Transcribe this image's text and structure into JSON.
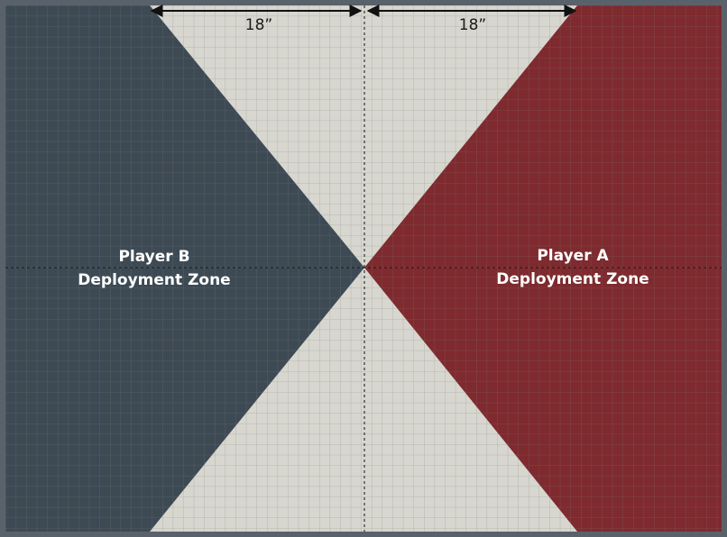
{
  "measurements": {
    "left_label": "18”",
    "right_label": "18”"
  },
  "zones": {
    "player_b": {
      "line1": "Player B",
      "line2": "Deployment Zone"
    },
    "player_a": {
      "line1": "Player A",
      "line2": "Deployment Zone"
    }
  },
  "colors": {
    "border": "#59626b",
    "board": "#d7d6cf",
    "player_b_zone": "#3d4a54",
    "player_a_zone": "#7e2a2e",
    "grid_line": "#8a8a86"
  }
}
